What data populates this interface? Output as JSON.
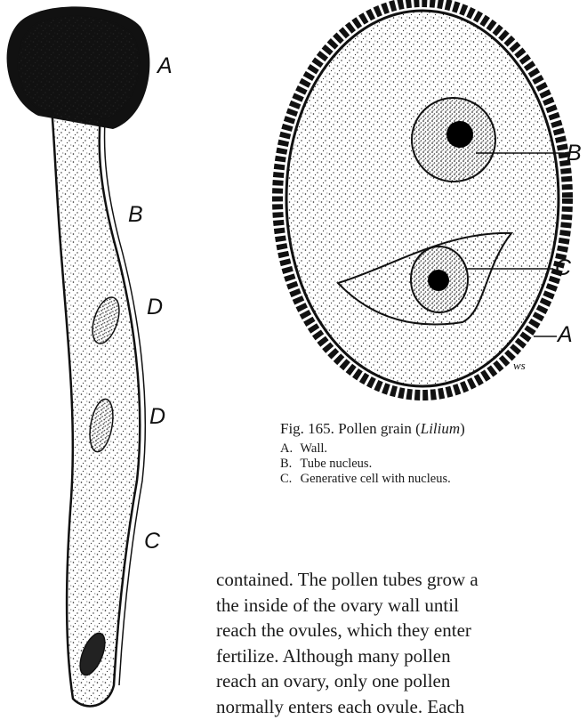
{
  "figure": {
    "number_text": "Fig. 165.",
    "title_plain": "Pollen grain (",
    "title_italic": "Lilium",
    "title_close": ")",
    "legend": [
      {
        "key": "A.",
        "text": "Wall."
      },
      {
        "key": "B.",
        "text": "Tube nucleus."
      },
      {
        "key": "C.",
        "text": "Generative cell with nucleus."
      }
    ],
    "signature": "ws"
  },
  "tube_labels": {
    "a": "A",
    "b": "B",
    "d1": "D",
    "d2": "D",
    "c": "C"
  },
  "grain_labels": {
    "b": "B",
    "c": "C",
    "a": "A"
  },
  "body_text": [
    "contained. The pollen tubes grow a",
    "the inside of the ovary wall until",
    "reach the ovules, which they enter",
    "fertilize. Although many pollen",
    "reach an ovary, only one pollen",
    "normally enters each ovule. Each"
  ]
}
